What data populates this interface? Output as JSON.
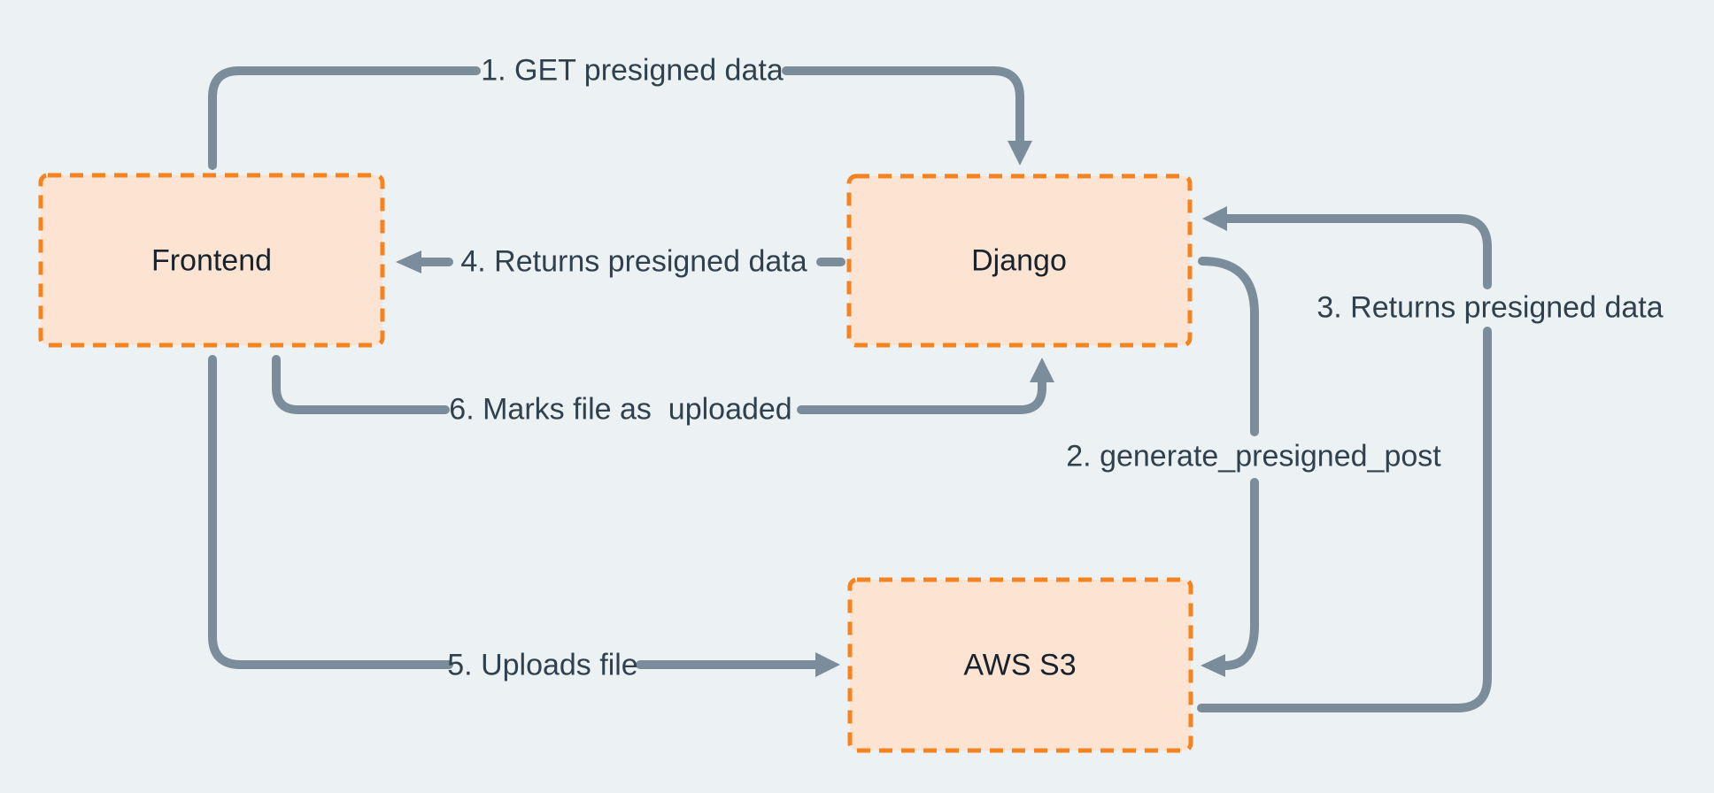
{
  "diagram": {
    "colors": {
      "background": "#ECF1F4",
      "node_fill": "#FCE3D2",
      "node_border": "#F5831F",
      "line": "#7B8D9A",
      "edge_label_text": "#30414D",
      "node_label_text": "#17222C"
    },
    "nodes": [
      {
        "id": "frontend",
        "label": "Frontend"
      },
      {
        "id": "django",
        "label": "Django"
      },
      {
        "id": "aws-s3",
        "label": "AWS S3"
      }
    ],
    "edges": [
      {
        "id": "1",
        "label": "1. GET presigned data",
        "from": "frontend",
        "to": "django"
      },
      {
        "id": "2",
        "label": "2. generate_presigned_post",
        "from": "django",
        "to": "aws-s3"
      },
      {
        "id": "3",
        "label": "3. Returns presigned data",
        "from": "aws-s3",
        "to": "django"
      },
      {
        "id": "4",
        "label": "4. Returns presigned data",
        "from": "django",
        "to": "frontend"
      },
      {
        "id": "5",
        "label": "5. Uploads file",
        "from": "frontend",
        "to": "aws-s3"
      },
      {
        "id": "6",
        "label": "6. Marks file as  uploaded",
        "from": "frontend",
        "to": "django"
      }
    ]
  }
}
